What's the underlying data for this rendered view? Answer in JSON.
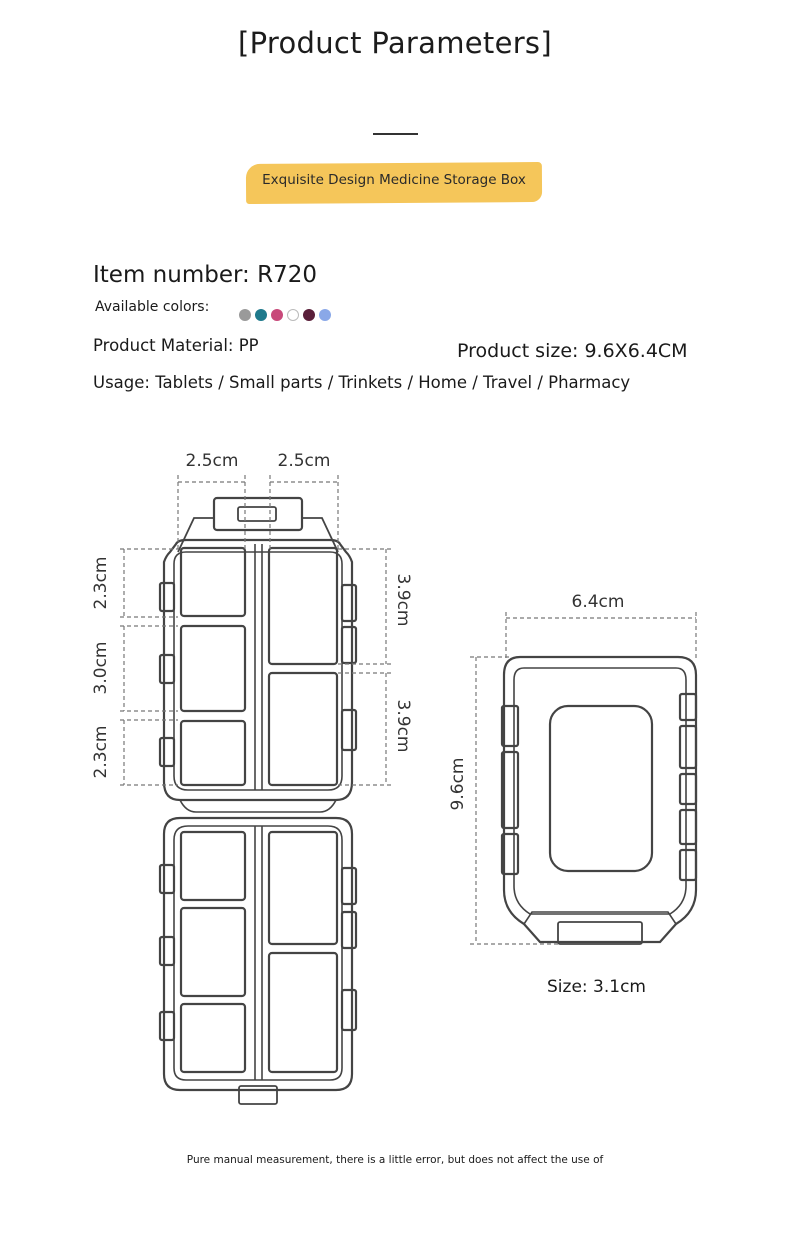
{
  "header": {
    "title": "[Product Parameters]",
    "banner": "Exquisite Design Medicine Storage Box"
  },
  "specs": {
    "item_number": "Item number: R720",
    "colors_label": "Available colors:",
    "colors": [
      "#9a9a9a",
      "#1f7a8c",
      "#c8497a",
      "#ffffff",
      "#5a1f3a",
      "#8aa8e8"
    ],
    "material": "Product Material: PP",
    "size": "Product size: 9.6X6.4CM",
    "usage": "Usage: Tablets / Small parts / Trinkets / Home / Travel / Pharmacy"
  },
  "dimensions": {
    "top_left_width": "2.5cm",
    "top_right_width": "2.5cm",
    "left_top_height": "2.3cm",
    "left_mid_height": "3.0cm",
    "left_bottom_height": "2.3cm",
    "right_top_height": "3.9cm",
    "right_bottom_height": "3.9cm",
    "closed_width": "6.4cm",
    "closed_height": "9.6cm",
    "closed_depth": "Size: 3.1cm"
  },
  "footnote": "Pure manual measurement, there is a little error, but does not affect the use of"
}
